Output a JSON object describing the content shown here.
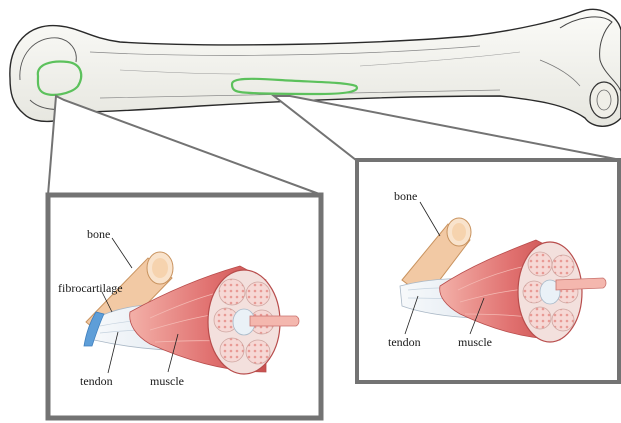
{
  "panel_left": {
    "labels": {
      "bone": "bone",
      "fibrocartilage": "fibrocartilage",
      "tendon": "tendon",
      "muscle": "muscle"
    }
  },
  "panel_right": {
    "labels": {
      "bone": "bone",
      "tendon": "tendon",
      "muscle": "muscle"
    }
  },
  "colors": {
    "highlight": "#5cc15c",
    "frame": "#737373",
    "bone": "#f2c9a4",
    "muscle": "#e0706f",
    "tendon": "#eef2f6",
    "fibrocartilage": "#5e9ed8"
  }
}
